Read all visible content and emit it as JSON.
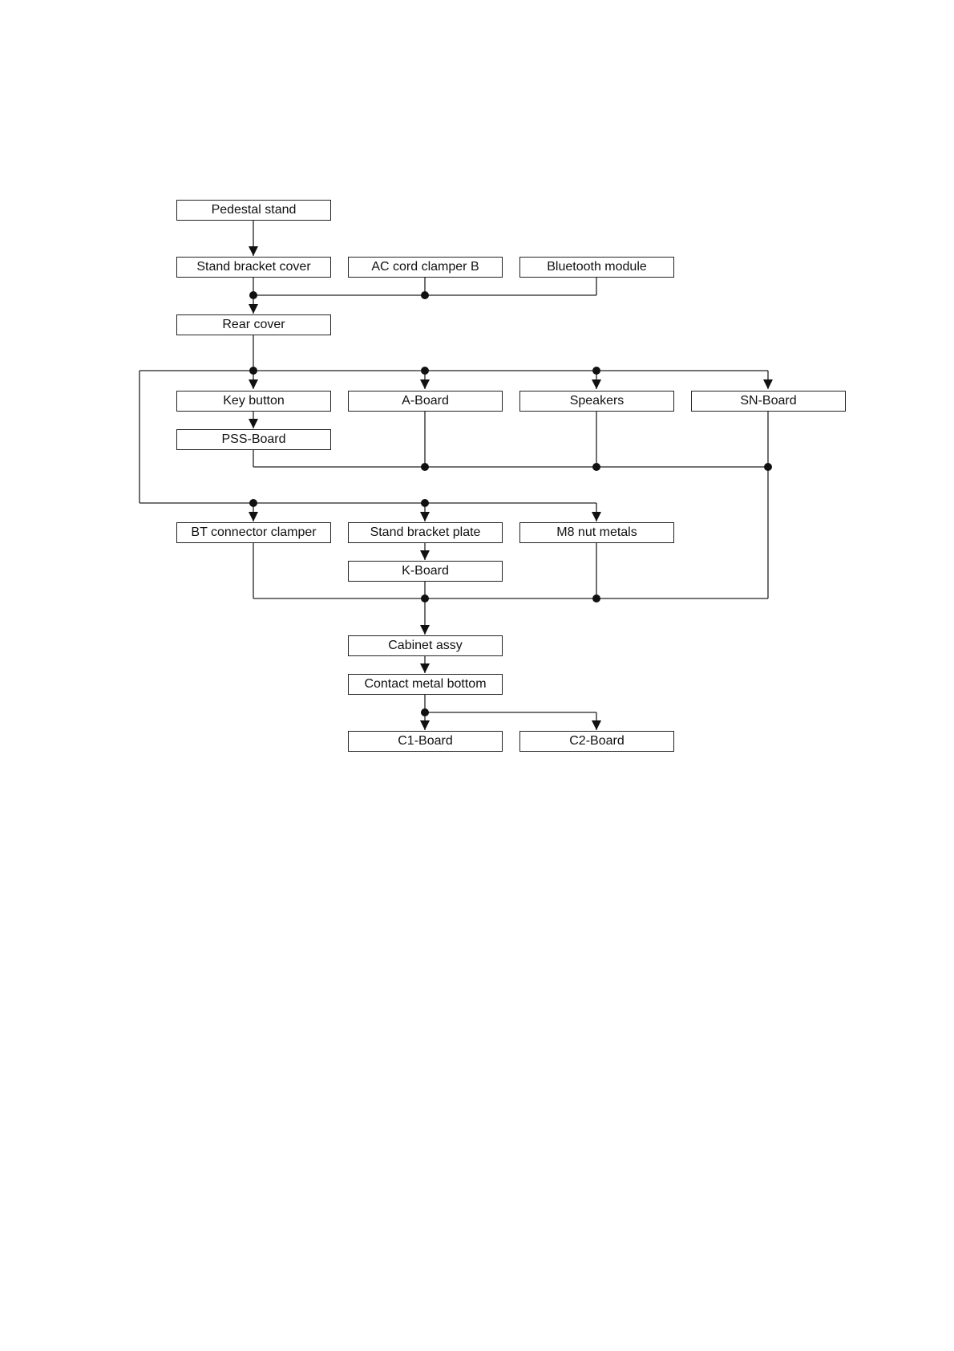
{
  "nodes": {
    "pedestal_stand": "Pedestal stand",
    "stand_bracket_cover": "Stand bracket cover",
    "ac_cord_clamper_b": "AC cord clamper B",
    "bluetooth_module": "Bluetooth module",
    "rear_cover": "Rear cover",
    "key_button": "Key button",
    "a_board": "A-Board",
    "speakers": "Speakers",
    "sn_board": "SN-Board",
    "pss_board": "PSS-Board",
    "bt_connector_clamper": "BT connector clamper",
    "stand_bracket_plate": "Stand bracket plate",
    "m8_nut_metals": "M8 nut metals",
    "k_board": "K-Board",
    "cabinet_assy": "Cabinet assy",
    "contact_metal_bottom": "Contact metal bottom",
    "c1_board": "C1-Board",
    "c2_board": "C2-Board"
  }
}
